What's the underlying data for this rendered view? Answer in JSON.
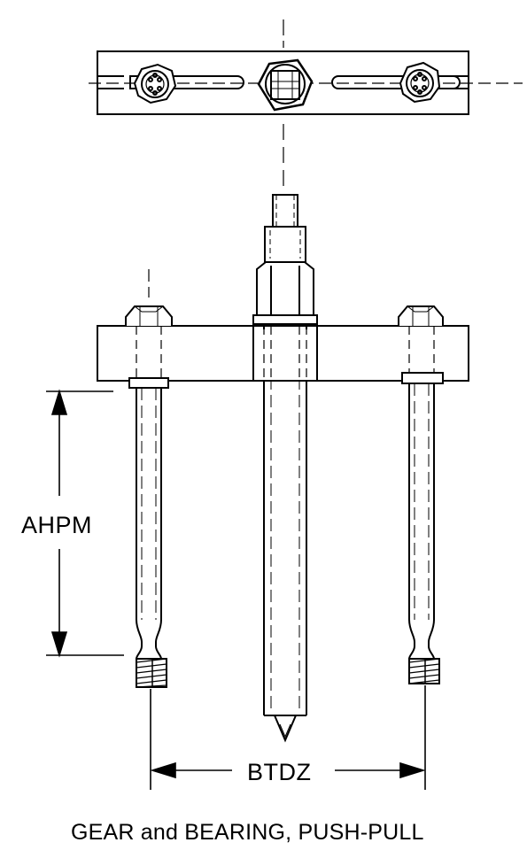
{
  "dimensions": {
    "height_label": "AHPM",
    "width_label": "BTDZ"
  },
  "caption": "GEAR and BEARING, PUSH-PULL"
}
